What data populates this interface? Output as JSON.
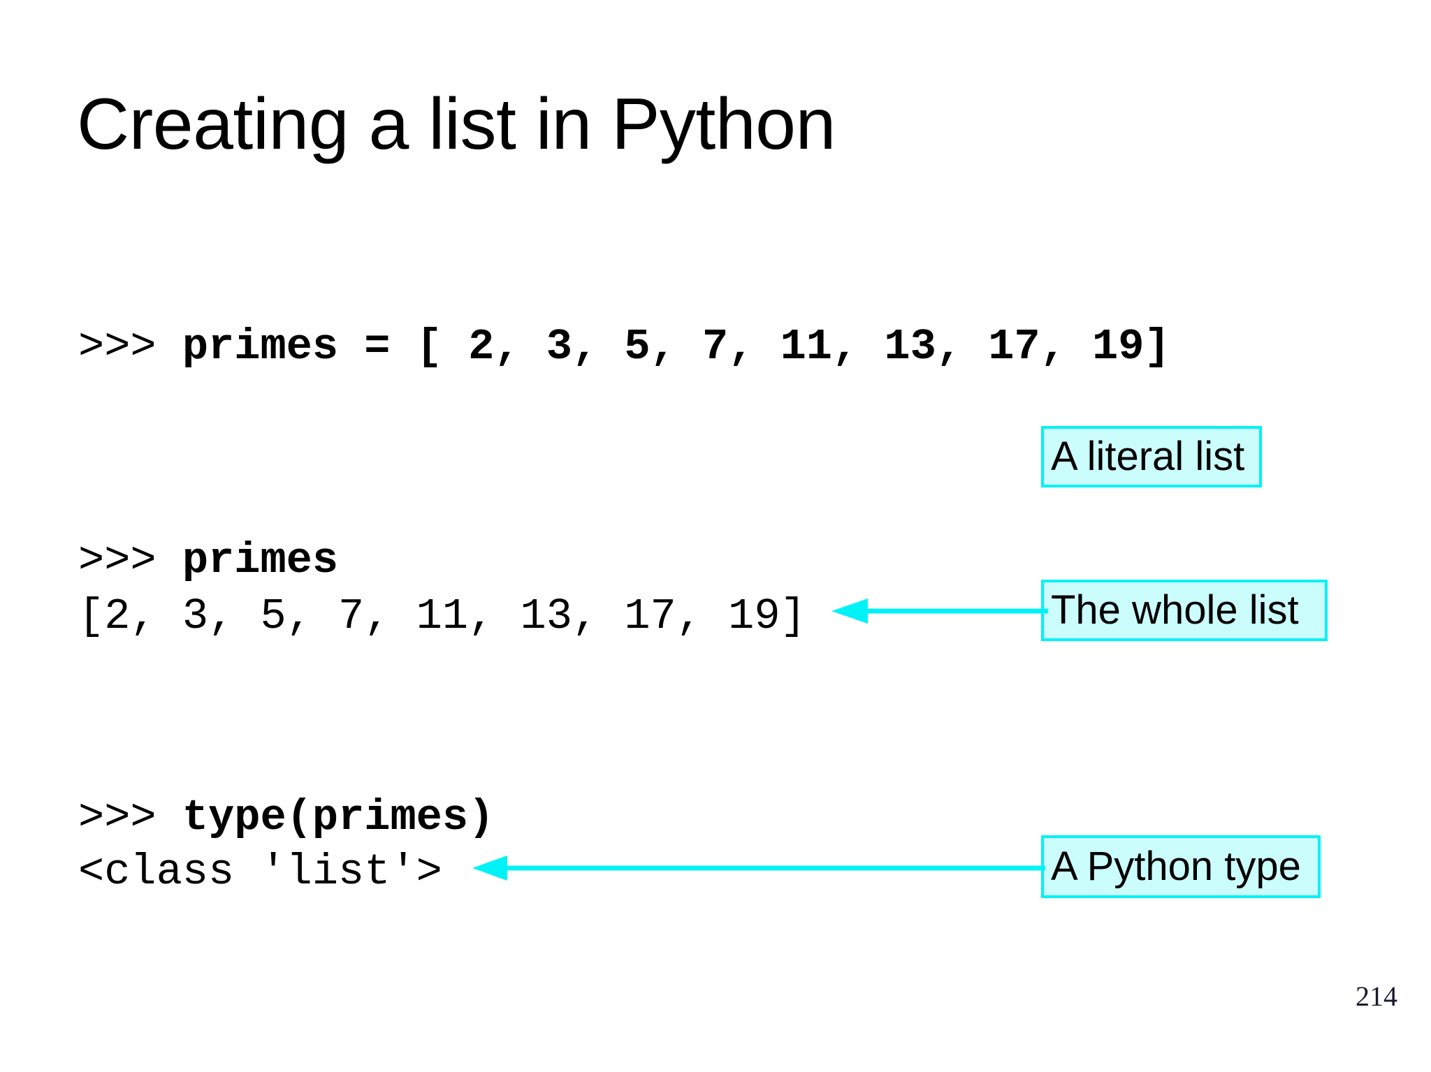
{
  "slide": {
    "title": "Creating a list in Python",
    "page_number": "214",
    "background_color": "#ffffff"
  },
  "console": {
    "lines": [
      {
        "prompt": ">>> ",
        "command": "primes = [ 2, 3, 5, 7, 11, 13, 17, 19]",
        "kind": "input"
      },
      {
        "prompt": ">>> ",
        "command": "primes",
        "kind": "input"
      },
      {
        "prompt": "",
        "command": "[2, 3, 5, 7, 11, 13, 17, 19]",
        "kind": "output"
      },
      {
        "prompt": ">>> ",
        "command": "type(primes)",
        "kind": "input"
      },
      {
        "prompt": "",
        "command": "<class 'list'>",
        "kind": "output"
      }
    ]
  },
  "callouts": [
    {
      "label": "A literal list",
      "fill": "#ccfdfd",
      "border": "#00f2f7",
      "has_arrow": false
    },
    {
      "label": "The whole list",
      "fill": "#ccfdfd",
      "border": "#00f2f7",
      "has_arrow": true
    },
    {
      "label": "A Python type",
      "fill": "#ccfdfd",
      "border": "#00f2f7",
      "has_arrow": true
    }
  ],
  "arrows": [
    {
      "name": "arrow-to-whole-list-output",
      "color": "#00f2f7",
      "direction": "left"
    },
    {
      "name": "arrow-to-class-list-output",
      "color": "#00f2f7",
      "direction": "left"
    }
  ]
}
